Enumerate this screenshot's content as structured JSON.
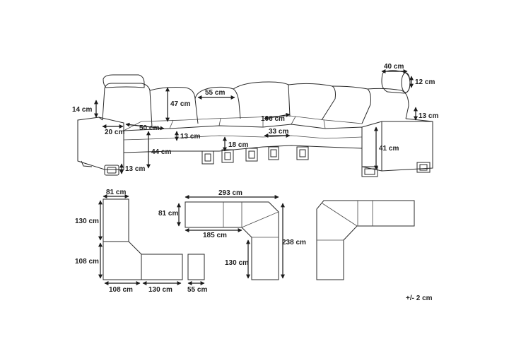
{
  "colors": {
    "line": "#2a2a2a",
    "text": "#1e1e1e",
    "background": "#ffffff"
  },
  "perspective_view": {
    "dimensions": {
      "headrest_length": "40 cm",
      "headrest_height": "12 cm",
      "seat_back_width": "55 cm",
      "back_height": "47 cm",
      "left_armrest_top": "14 cm",
      "right_armrest_top": "13 cm",
      "corner_width": "106 cm",
      "left_armrest_width": "20 cm",
      "seat_depth": "50 cm",
      "cushion_thickness": "13 cm",
      "corner_depth": "33 cm",
      "seat_height": "44 cm",
      "base_height": "18 cm",
      "armrest_height": "41 cm",
      "leg_height": "13 cm"
    }
  },
  "plan_views": {
    "left": {
      "top_width": "81 cm",
      "upper_length": "130 cm",
      "corner_length": "108 cm",
      "corner_width": "108 cm",
      "chaise_length": "130 cm",
      "ottoman_width": "55 cm"
    },
    "middle": {
      "total_width": "293 cm",
      "depth": "81 cm",
      "inner_width": "185 cm",
      "total_depth": "238 cm",
      "leg_length": "130 cm"
    }
  },
  "tolerance": "+/- 2 cm"
}
